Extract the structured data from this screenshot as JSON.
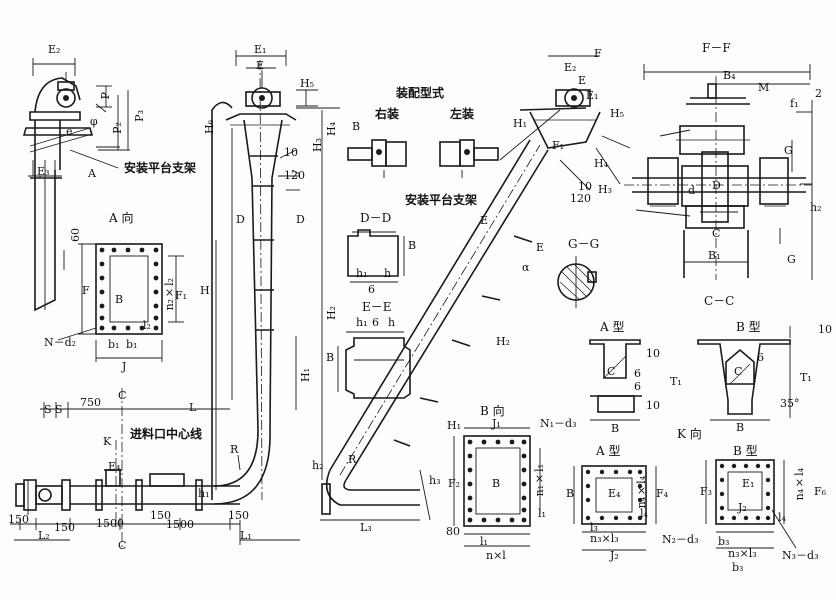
{
  "title": {
    "assembly": "装配型式",
    "right": "右装",
    "left": "左装"
  },
  "notes": {
    "platform_left": "安装平台支架",
    "platform_mid": "安装平台支架",
    "inlet_center": "进料口中心线"
  },
  "views": {
    "a": "A 向",
    "dd": "D－D",
    "ee": "E－E",
    "gg": "G－G",
    "cc": "C－C",
    "ff": "F－F",
    "b": "B 向",
    "a_type": "A 型",
    "b_type": "B 型",
    "k": "K 向",
    "a_type2": "A 型",
    "b_type2": "B 型"
  },
  "labels": {
    "E2": "E₂",
    "E3": "E₃",
    "e": "e",
    "A": "A",
    "P": "P",
    "P2": "P₂",
    "P3": "P₃",
    "phi": "φ",
    "E1": "E₁",
    "E": "E",
    "H5": "H₅",
    "H6": "H₆",
    "H4": "H₄",
    "H3": "H₃",
    "v10": "10",
    "v120": "120",
    "D1": "D",
    "D2": "D",
    "H": "H",
    "H2": "H₂",
    "H1": "H₁",
    "R": "R",
    "L": "L",
    "L1": "L₁",
    "L2": "L₂",
    "SS": "S S",
    "v750": "750",
    "C": "C",
    "C2": "C",
    "K": "K",
    "E4": "E₄",
    "v150a": "150",
    "v1500a": "1500",
    "v150b": "150",
    "v1500b": "1500",
    "v150c": "150",
    "v150d": "150",
    "h1": "h₁",
    "v60": "60",
    "F": "F",
    "F1": "F₁",
    "B": "B",
    "n2l2": "n₂×l₂",
    "l2": "l₂",
    "N_d2": "N－d₂",
    "b1": "b₁",
    "b1b": "b₁",
    "J": "J",
    "dd_B": "B",
    "dd_h1": "h₁",
    "dd_h": "h",
    "dd_6": "6",
    "ee_h1": "h₁",
    "ee_6": "6",
    "ee_h": "h",
    "ee_B": "B",
    "fB": "B",
    "fE2": "E₂",
    "fE": "E",
    "fE1": "E₁",
    "fH1": "H₁",
    "fH5": "H₅",
    "fH4": "H₄",
    "fH3": "H₃",
    "f10": "10",
    "f120": "120",
    "fE_a": "E",
    "fE_b": "E",
    "fH2": "H₂",
    "fH1b": "H₁",
    "fh3": "h₃",
    "fh2": "h₂",
    "fR": "R",
    "fL3": "L₃",
    "fF": "F",
    "fF1": "F₁",
    "alpha": "α",
    "ffB4": "B₄",
    "ffM": "M",
    "fff1": "f₁",
    "ff2": "2",
    "ffG": "G",
    "ffd": "d",
    "ffD": "D",
    "ffC": "C",
    "ffB1": "B₁",
    "ffG2": "G",
    "ffh2": "h₂",
    "bvN1": "N₁－d₃",
    "bvJ1": "J₁",
    "bvF2": "F₂",
    "bvB": "B",
    "bvn1l1": "n₁×l₁",
    "bvl1": "l₁",
    "bv80": "80",
    "bvl1b": "l₁",
    "bvnl": "n×l",
    "at10": "10",
    "at6a": "6",
    "at6b": "6",
    "atB": "B",
    "atC": "C",
    "atT1": "T₁",
    "at10b": "10",
    "bt10": "10",
    "bt6": "6",
    "btC": "C",
    "btT1": "T₁",
    "bt35": "35°",
    "btB": "B",
    "kB": "B",
    "kE4": "E₄",
    "kF4": "F₄",
    "kn4l4": "n₄×l₄",
    "kl4": "l₄",
    "kl3": "l₃",
    "kn3l3": "n₃×l₃",
    "kJ2": "J₂",
    "kN2": "N₂－d₃",
    "kF3": "F₃",
    "kE1": "E₁",
    "kJ2b": "J₂",
    "kF6": "F₆",
    "kn4l4b": "n₄×l₄",
    "kl4b": "l₄",
    "kb3": "b₃",
    "kn3l3b": "n₃×l₃",
    "kN3": "N₃－d₃",
    "kb3b": "b₃"
  }
}
